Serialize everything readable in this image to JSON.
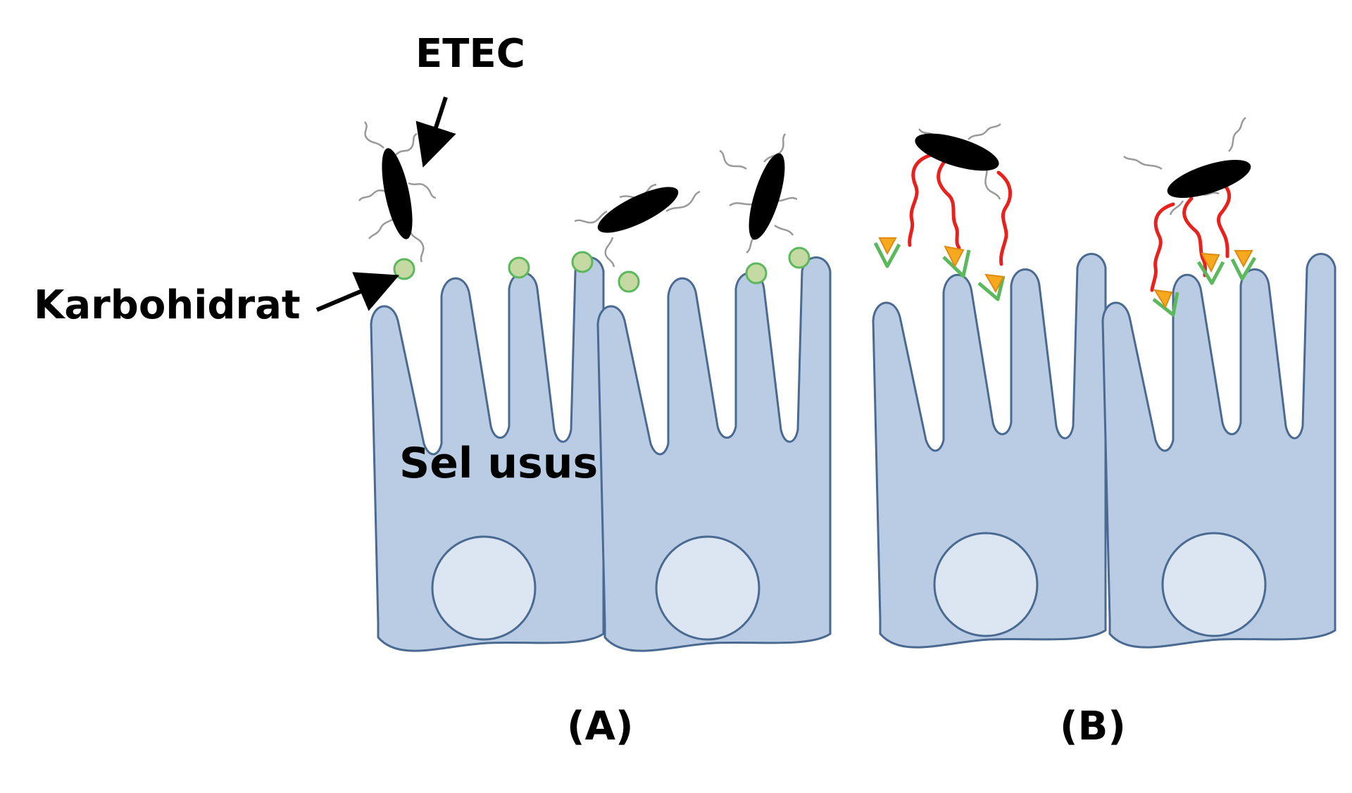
{
  "labels": {
    "etec": "ETEC",
    "karbohidrat": "Karbohidrat",
    "sel_usus": "Sel usus",
    "panel_a": "(A)",
    "panel_b": "(B)"
  },
  "colors": {
    "cell_fill": "#b9cce4",
    "cell_stroke": "#4a6a92",
    "nucleus_fill": "#dce6f2",
    "bacterium": "#000000",
    "flagella": "#9a9a9a",
    "carbohydrate_fill": "#c5d9a3",
    "carbohydrate_stroke": "#5cb85c",
    "antibody_chain": "#e8211d",
    "bound_complex": "#f6a91e"
  }
}
